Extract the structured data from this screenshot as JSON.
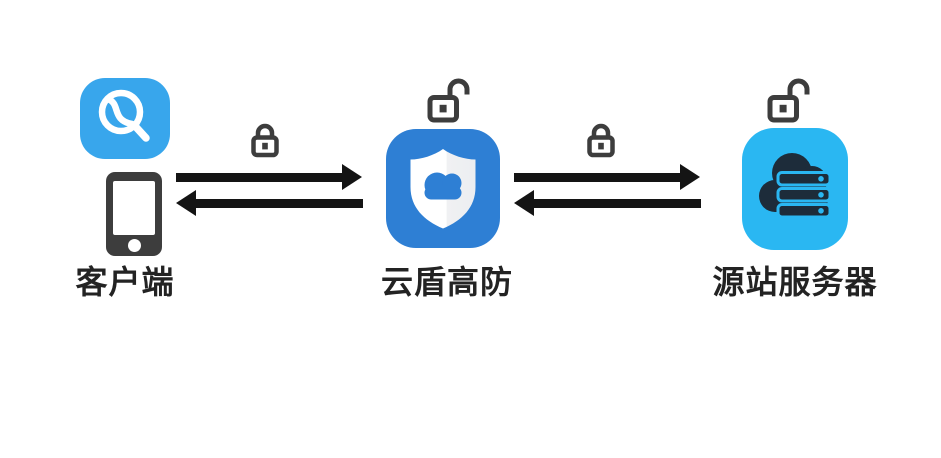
{
  "diagram": {
    "title": "traffic flow through cloud anti-DDoS protection",
    "background": "#ffffff",
    "nodes": [
      {
        "id": "client",
        "label": "客户端",
        "icons": [
          "browser-app-icon",
          "phone-icon"
        ]
      },
      {
        "id": "cloud-shield",
        "label": "云盾高防",
        "icons": [
          "unlock-icon",
          "shield-cloud-icon"
        ]
      },
      {
        "id": "origin-server",
        "label": "源站服务器",
        "icons": [
          "unlock-icon",
          "cloud-server-icon"
        ]
      }
    ],
    "links": [
      {
        "from": "client",
        "to": "cloud-shield",
        "bidirectional": true,
        "lock_state": "locked"
      },
      {
        "from": "cloud-shield",
        "to": "origin-server",
        "bidirectional": true,
        "lock_state": "locked"
      }
    ],
    "colors": {
      "client_icon_blue": "#38a6ec",
      "shield_icon_blue": "#2e7fd4",
      "server_icon_cyan": "#2ab7f2",
      "server_cloud_dark": "#1d2c3a",
      "arrow_black": "#141414",
      "lock_gray": "#3d3d3d",
      "phone_gray": "#3d3d3d",
      "label_text": "#232323"
    }
  }
}
